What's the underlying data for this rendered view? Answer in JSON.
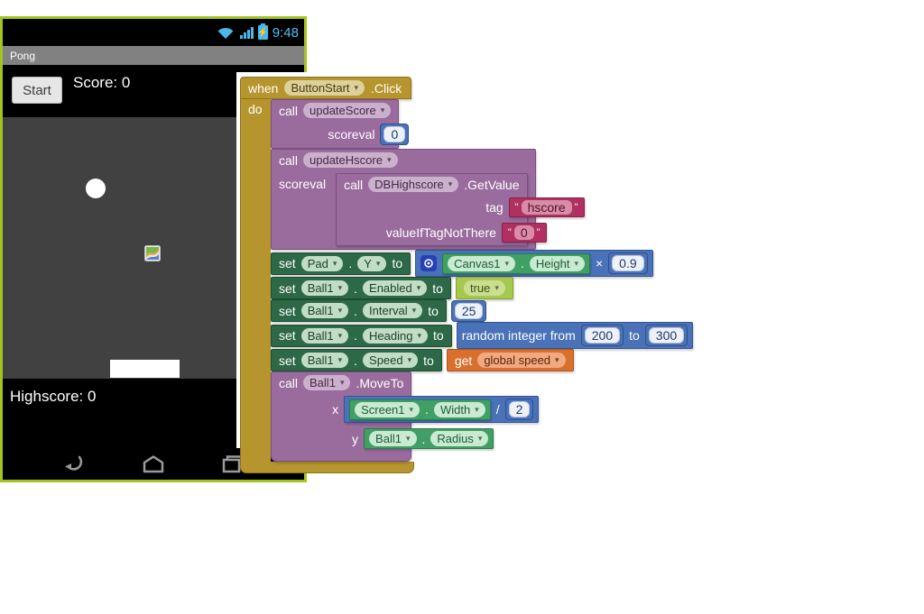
{
  "phone": {
    "time": "9:48",
    "app_title": "Pong",
    "start_button": "Start",
    "score": "Score: 0",
    "highscore": "Highscore: 0"
  },
  "colors": {
    "accent_green_border": "#a3c41f",
    "status_blue": "#4fc3f7",
    "event_gold": "#b6952e",
    "procedure_purple": "#9a6b9d",
    "setter_green": "#2d6847",
    "getter_green": "#3f9f64",
    "math_blue": "#4a72b8",
    "logic_lime": "#a6c84e",
    "text_crimson": "#b03061",
    "variable_orange": "#d96f2d"
  },
  "b": {
    "when": "when",
    "do": "do",
    "call": "call",
    "set": "set",
    "to": "to",
    "get": "get",
    "dot": ".",
    "times": "×",
    "q": "\"",
    "event_component": "ButtonStart",
    "event_name": ".Click",
    "proc_updateScore": "updateScore",
    "param_scoreval": "scoreval",
    "zero": "0",
    "proc_updateHscore": "updateHscore",
    "db_component": "DBHighscore",
    "getvalue_method": ".GetValue",
    "tag_label": "tag",
    "tag_value": "hscore",
    "vitnt_label": "valueIfTagNotThere",
    "vitnt_value": "0",
    "pad_component": "Pad",
    "y_prop": "Y",
    "canvas_component": "Canvas1",
    "height_prop": "Height",
    "factor": "0.9",
    "ball_component": "Ball1",
    "enabled_prop": "Enabled",
    "true_label": "true",
    "interval_prop": "Interval",
    "interval_value": "25",
    "heading_prop": "Heading",
    "random_text": "random integer from",
    "from_value": "200",
    "to_value": "300",
    "speed_prop": "Speed",
    "global_var": "global speed",
    "moveto_method": ".MoveTo",
    "x_label": "x",
    "screen_component": "Screen1",
    "width_prop": "Width",
    "div": "/",
    "two": "2",
    "y_label": "y",
    "radius_prop": "Radius"
  }
}
